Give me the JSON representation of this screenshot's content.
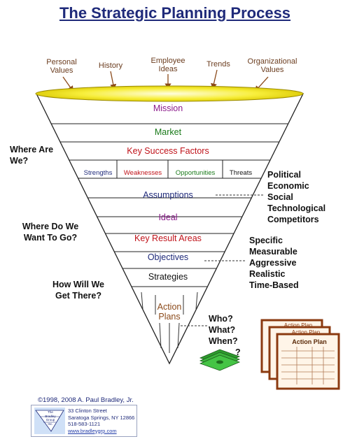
{
  "title": "The Strategic Planning Process",
  "inputs": [
    {
      "line1": "Personal",
      "line2": "Values"
    },
    {
      "line1": "History",
      "line2": ""
    },
    {
      "line1": "Employee",
      "line2": "Ideas"
    },
    {
      "line1": "Trends",
      "line2": ""
    },
    {
      "line1": "Organizational",
      "line2": "Values"
    }
  ],
  "bands": {
    "mission": "Mission",
    "market": "Market",
    "ksf": "Key Success Factors",
    "assumptions": "Assumptions",
    "ideal": "Ideal",
    "kra": "Key Result Areas",
    "objectives": "Objectives",
    "strategies": "Strategies",
    "action_plans_1": "Action",
    "action_plans_2": "Plans"
  },
  "swot": [
    "Strengths",
    "Weaknesses",
    "Opportunities",
    "Threats"
  ],
  "questions": {
    "where_are_we_1": "Where Are",
    "where_are_we_2": "We?",
    "where_go_1": "Where Do We",
    "where_go_2": "Want To Go?",
    "how_get_1": "How Will We",
    "how_get_2": "Get There?"
  },
  "pest": [
    "Political",
    "Economic",
    "Social",
    "Technological",
    "Competitors"
  ],
  "smart": [
    "Specific",
    "Measurable",
    "Aggressive",
    "Realistic",
    "Time-Based"
  ],
  "www": [
    "Who?",
    "What?",
    "When?",
    "?"
  ],
  "action_plan_label": "Action Plan",
  "footer": {
    "copyright": "©1998, 2008  A. Paul Bradley, Jr.",
    "logo_lines": [
      "The",
      "Bradley",
      "Group",
      "Inc."
    ],
    "address1": "33 Clinton Street",
    "address2": "Saratoga Springs, NY 12866",
    "phone": "518-583-1121",
    "web": "www.bradleygrp.com"
  },
  "colors": {
    "title": "#1f2a7a",
    "mission": "#8b1a8b",
    "market": "#1a7a1a",
    "red": "#c0131a",
    "blue": "#1f2a7a",
    "brown": "#8b4a1a",
    "rim": "#f5e800"
  }
}
